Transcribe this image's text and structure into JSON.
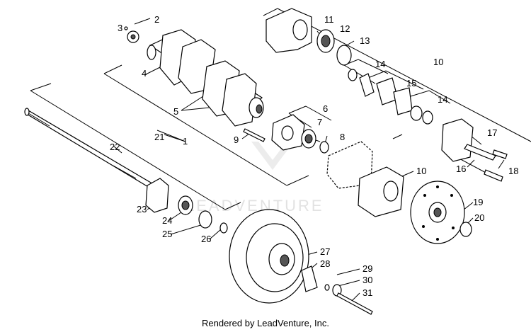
{
  "footer": {
    "text": "Rendered by LeadVenture, Inc."
  },
  "watermark": {
    "text": "LEADVENTURE"
  },
  "callouts": [
    "1",
    "2",
    "3",
    "4",
    "5",
    "6",
    "7",
    "8",
    "9",
    "10",
    "10",
    "11",
    "12",
    "13",
    "14",
    "14",
    "15",
    "16",
    "17",
    "18",
    "19",
    "20",
    "21",
    "22",
    "23",
    "24",
    "25",
    "26",
    "27",
    "28",
    "29",
    "30",
    "31"
  ]
}
